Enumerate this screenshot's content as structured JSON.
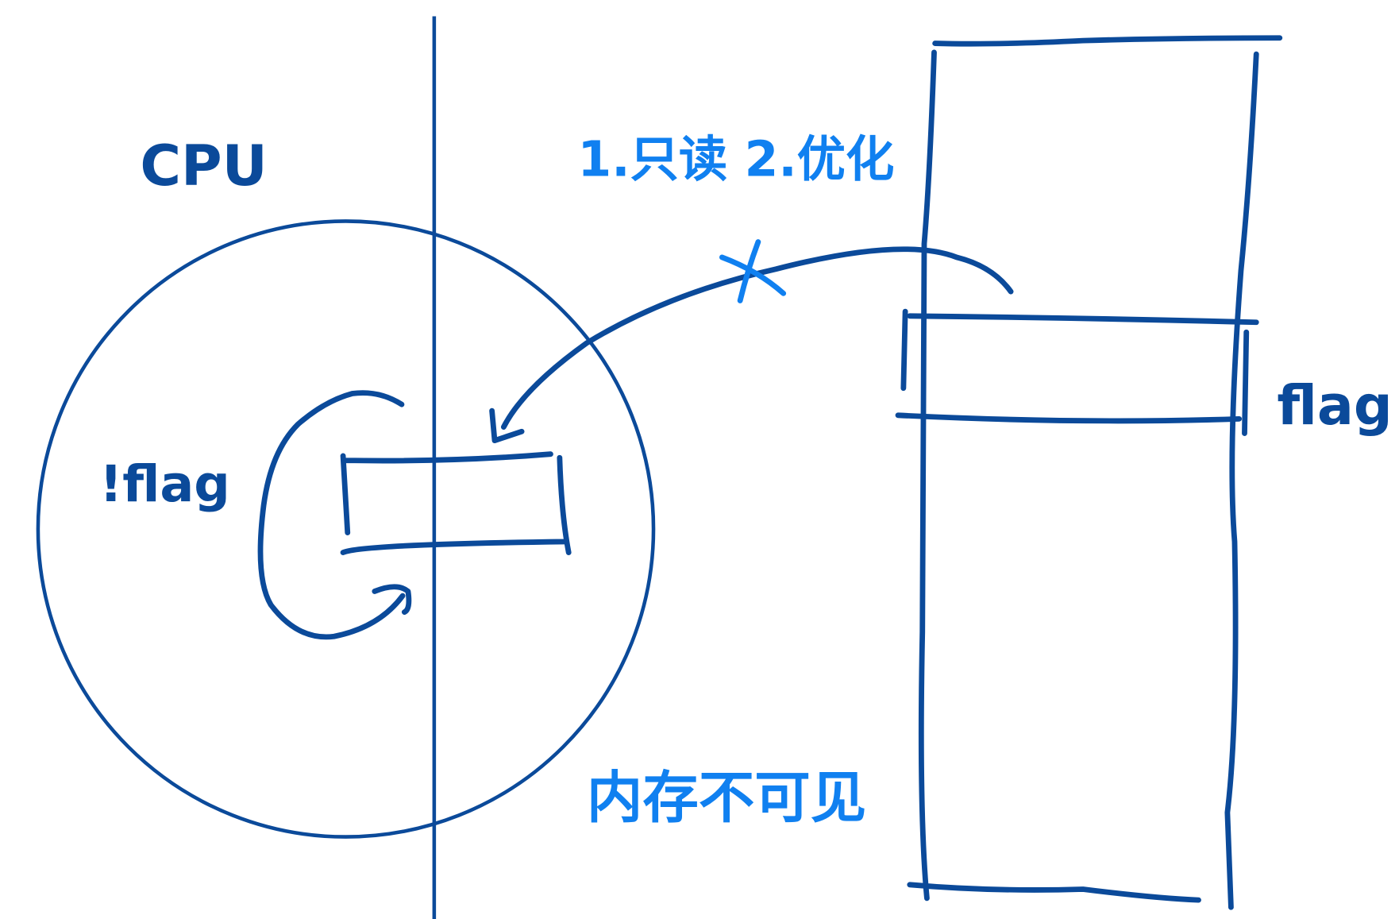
{
  "labels": {
    "cpu": "CPU",
    "not_flag": "!flag",
    "flag": "flag",
    "note_top": "1.只读 2.优化",
    "note_bottom": "内存不可见"
  },
  "colors": {
    "ink": "#0b4a9a",
    "annotation": "#1080f0"
  }
}
